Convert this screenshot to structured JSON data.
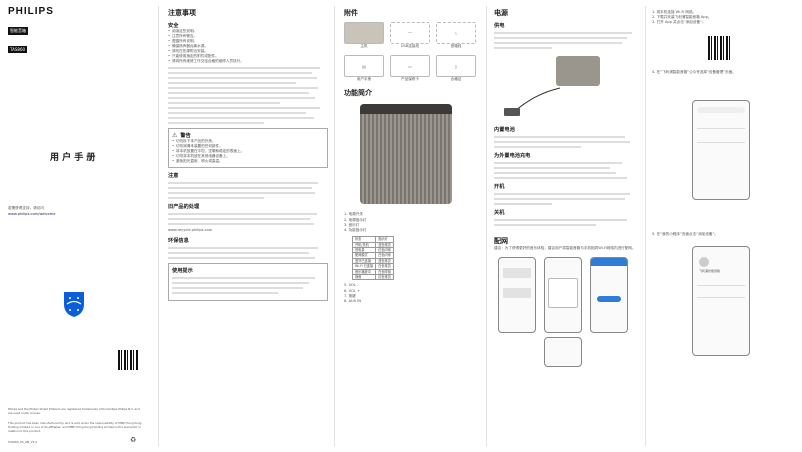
{
  "cover": {
    "brand": "PHILIPS",
    "series": "智能音箱",
    "model": "TAS860",
    "title": "用 户 手 册",
    "support_text": "若需获得支持，请访问",
    "url": "www.philips.com/welcome",
    "footer_line1": "Philips and the Philips Shield Emblem are registered trademarks of Koninklijke Philips N.V. and are used under license.",
    "footer_line2": "This product has been manufactured by and is sold under the responsibility of MMD Hong Kong Holding Limited or one of its affiliates, and MMD Hong Kong Holding Limited is the warrantor in relation to this product.",
    "doc_code": "TAS860_93_UM_V1.0"
  },
  "safety": {
    "title": "注意事项",
    "section_safety": "安全",
    "items": [
      "阅读这些说明。",
      "注意所有警告。",
      "遵循所有说明。",
      "确保扬声器远离水源。",
      "请勿在热源附近安装。",
      "只能使用指定的附件或配件。",
      "请将所有维修工作交给合格的维修人员执行。"
    ],
    "warning_title": "警告",
    "warning_items": [
      "切勿拆下本产品的外壳。",
      "切勿润滑本装置的任何部件。",
      "将本机放置在平坦、坚硬和稳定的表面上。",
      "切勿将本机放在其他电器设备上。",
      "避免阳光直射、明火或高温。"
    ],
    "section_notice": "注意",
    "section_recycle": "旧产品的处理",
    "recycle_url": "www.recycle.philips.com",
    "section_env": "环保信息",
    "note_title": "使用提示"
  },
  "accessories": {
    "title": "附件",
    "items": [
      "主机",
      "USB连接线",
      "音箱线",
      "用户手册",
      "产品保修卡",
      "合格证"
    ]
  },
  "overview": {
    "title": "功能简介",
    "callouts": [
      "1. 电源开关",
      "2. 电源指示灯",
      "3. 音乐灯",
      "4. 功能指示灯",
      "5. VOL -",
      "6. VOL +",
      "7. 按键",
      "8. AUX IN"
    ],
    "table": [
      [
        "状态",
        "指示灯"
      ],
      [
        "开机/关机",
        "蓝色常亮"
      ],
      [
        "低电量",
        "红色闪烁"
      ],
      [
        "配网模式",
        "白色闪烁"
      ],
      [
        "蓝牙已连接",
        "蓝色常亮"
      ],
      [
        "Wi-Fi 已连接",
        "白色常亮"
      ],
      [
        "音乐播放中",
        "白色呼吸"
      ],
      [
        "静音",
        "红色常亮"
      ]
    ]
  },
  "power": {
    "title": "电源",
    "sec_power": "供电",
    "sec_charge": "内置电池",
    "sec_usb": "为外置电池充电",
    "sec_on": "开机",
    "sec_off": "关机"
  },
  "network": {
    "title": "配网",
    "intro": "建议：为了获得更好的音乐体验，建议用户将智能音箱与手机相同Wi-Fi网络内进行配网。",
    "step1": "1. 将手机连接 Wi-Fi 网络。",
    "step2": "2. 下载并安装飞利浦智能音箱 App。",
    "step3": "3. 打开 App 并点击“添加设备”。",
    "step4": "4. 在“飞利浦智能音箱”公众号选择“设备管理”页面。",
    "step5": "5. 在“我的小程序”页面点击“添加设备”。",
    "app_name": "飞利浦智能音箱"
  }
}
